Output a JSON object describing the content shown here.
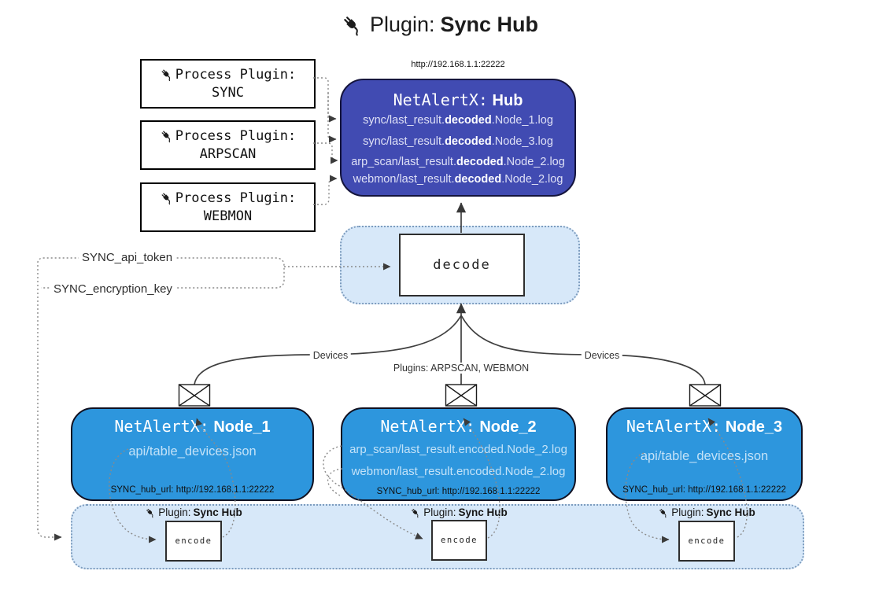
{
  "title": {
    "icon": "plug-icon",
    "prefix": "Plugin:",
    "name": "Sync Hub"
  },
  "process_plugins": [
    {
      "label": "Process Plugin:",
      "name": "SYNC"
    },
    {
      "label": "Process Plugin:",
      "name": "ARPSCAN"
    },
    {
      "label": "Process Plugin:",
      "name": "WEBMON"
    }
  ],
  "hub": {
    "url": "http://192.168.1.1:22222",
    "title_prefix": "NetAlertX:",
    "title_name": "Hub",
    "logs": [
      {
        "pre": "sync/last_result.",
        "bold": "decoded",
        "post": ".Node_1.log"
      },
      {
        "pre": "sync/last_result.",
        "bold": "decoded",
        "post": ".Node_3.log"
      },
      {
        "pre": "arp_scan/last_result.",
        "bold": "decoded",
        "post": ".Node_2.log"
      },
      {
        "pre": "webmon/last_result.",
        "bold": "decoded",
        "post": ".Node_2.log"
      }
    ]
  },
  "settings": {
    "api_token": "SYNC_api_token",
    "encryption_key": "SYNC_encryption_key"
  },
  "decode": {
    "label": "decode"
  },
  "edge_labels": {
    "devices_left": "Devices",
    "devices_right": "Devices",
    "plugins_center": "Plugins: ARPSCAN, WEBMON"
  },
  "nodes": [
    {
      "title_prefix": "NetAlertX:",
      "title_name": "Node_1",
      "files": [
        "api/table_devices.json"
      ],
      "hub_url": "SYNC_hub_url: http://192.168.1.1:22222"
    },
    {
      "title_prefix": "NetAlertX:",
      "title_name": "Node_2",
      "files": [
        "arp_scan/last_result.encoded.Node_2.log",
        "webmon/last_result.encoded.Node_2.log"
      ],
      "hub_url": "SYNC_hub_url: http://192.168.1.1:22222"
    },
    {
      "title_prefix": "NetAlertX:",
      "title_name": "Node_3",
      "files": [
        "api/table_devices.json"
      ],
      "hub_url": "SYNC_hub_url: http://192.168.1.1:22222"
    }
  ],
  "encoders": [
    {
      "plugin_prefix": "Plugin:",
      "plugin_name": "Sync Hub",
      "label": "encode"
    },
    {
      "plugin_prefix": "Plugin:",
      "plugin_name": "Sync Hub",
      "label": "encode"
    },
    {
      "plugin_prefix": "Plugin:",
      "plugin_name": "Sync Hub",
      "label": "encode"
    }
  ],
  "icons": {
    "plug": "plug-icon",
    "envelope": "envelope-icon"
  },
  "colors": {
    "hub_fill": "#414bb2",
    "node_fill": "#2d96dd",
    "panel_fill": "#d7e8f9",
    "panel_border": "#7d9cbe",
    "connector": "#3f3f3f",
    "dotted": "#8a8a8a"
  }
}
